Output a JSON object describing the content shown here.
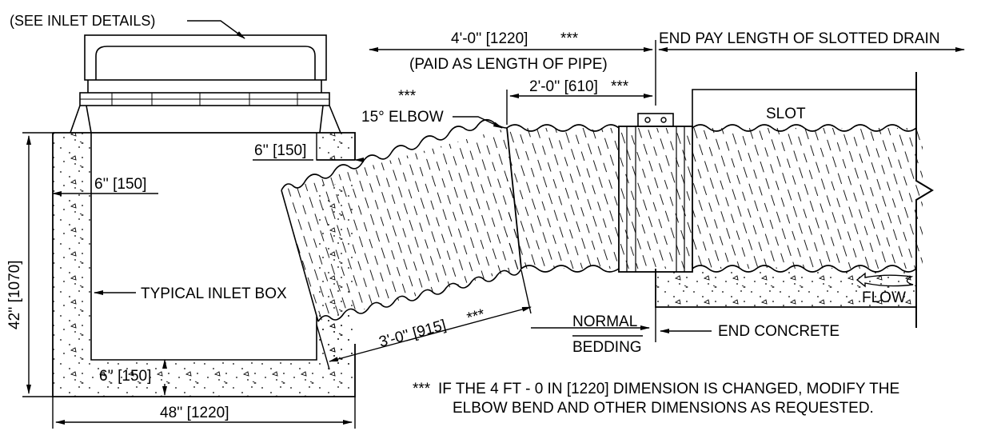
{
  "labels": {
    "inlet_details": "(SEE INLET DETAILS)",
    "dim_4ft": "4'-0'' [1220]",
    "dim_4ft_stars": "***",
    "paid_as": "(PAID AS LENGTH OF PIPE)",
    "end_pay": "END PAY LENGTH OF SLOTTED DRAIN",
    "elbow_stars": "***",
    "elbow": "15° ELBOW",
    "dim_2ft": "2'-0'' [610]",
    "dim_2ft_stars": "***",
    "slot": "SLOT",
    "dim_6in_top": "6'' [150]",
    "dim_6in_left": "6'' [150]",
    "dim_42in": "42'' [1070]",
    "typical_inlet": "TYPICAL INLET BOX",
    "dim_3ft": "3'-0'' [915]",
    "dim_3ft_stars": "***",
    "normal": "NORMAL",
    "bedding": "BEDDING",
    "end_concrete": "END CONCRETE",
    "flow": "FLOW",
    "dim_6in_bottom": "6'' [150]",
    "dim_48in": "48'' [1220]",
    "note_stars": "***",
    "note_line1": "IF THE 4 FT - 0 IN [1220] DIMENSION IS CHANGED, MODIFY THE",
    "note_line2": "ELBOW BEND AND OTHER DIMENSIONS AS REQUESTED."
  }
}
